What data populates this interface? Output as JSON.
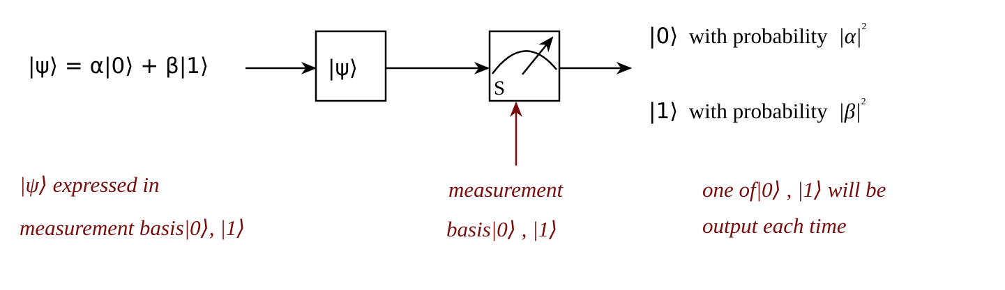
{
  "colors": {
    "ink": "#000000",
    "annotation": "#7a0c0c",
    "background": "#ffffff"
  },
  "input_state": "|ψ⟩ = α|0⟩ + β|1⟩",
  "state_box_label": "|ψ⟩",
  "meter_box_label": "S",
  "outputs": [
    {
      "ket": "|0⟩",
      "text": "with probability",
      "amp": "|α|",
      "exp": "2"
    },
    {
      "ket": "|1⟩",
      "text": "with probability",
      "amp": "|β|",
      "exp": "2"
    }
  ],
  "notes": {
    "state_line1": "|ψ⟩ expressed in",
    "state_line2": "measurement basis|0⟩, |1⟩",
    "basis_line1": "measurement",
    "basis_line2": "basis|0⟩ , |1⟩",
    "output_line1": "one of|0⟩ , |1⟩ will be",
    "output_line2": "output each time"
  }
}
